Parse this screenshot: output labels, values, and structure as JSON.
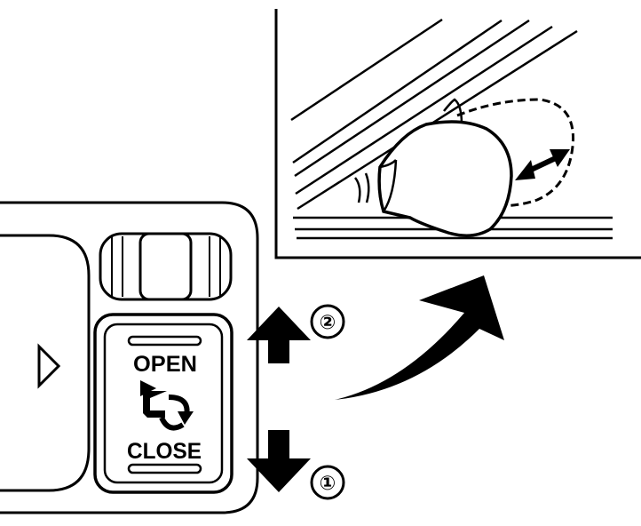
{
  "switch": {
    "open_label": "OPEN",
    "close_label": "CLOSE"
  },
  "steps": {
    "up": "②",
    "down": "①"
  },
  "icons": {
    "sunroof_tilt": "sunroof-tilt-icon",
    "play_indicator": "triangle-right-icon",
    "arrow_up": "arrow-up-icon",
    "arrow_down": "arrow-down-icon",
    "curved_arrow": "curved-arrow-icon",
    "double_arrow": "double-headed-arrow-icon"
  },
  "colors": {
    "ink": "#000000",
    "paper": "#ffffff"
  }
}
